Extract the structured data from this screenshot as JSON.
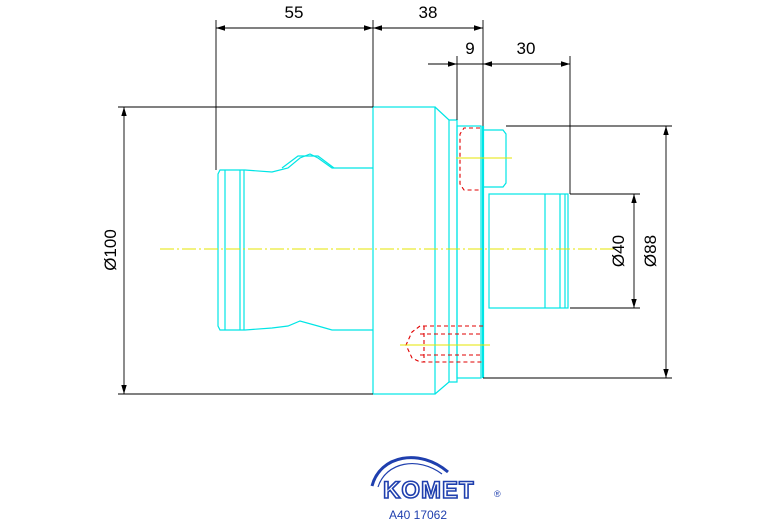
{
  "dimensions": {
    "d55": "55",
    "d38": "38",
    "d9": "9",
    "d30": "30",
    "dia100": "Ø100",
    "dia40": "Ø40",
    "dia88": "Ø88"
  },
  "logo": {
    "brand": "KOMET",
    "registered": "®"
  },
  "part_number": "A40 17062",
  "colors": {
    "outline": "#00e5e5",
    "hidden": "#e00000",
    "centerline": "#e5e500",
    "dimension": "#000000",
    "logo": "#1f3fae"
  }
}
